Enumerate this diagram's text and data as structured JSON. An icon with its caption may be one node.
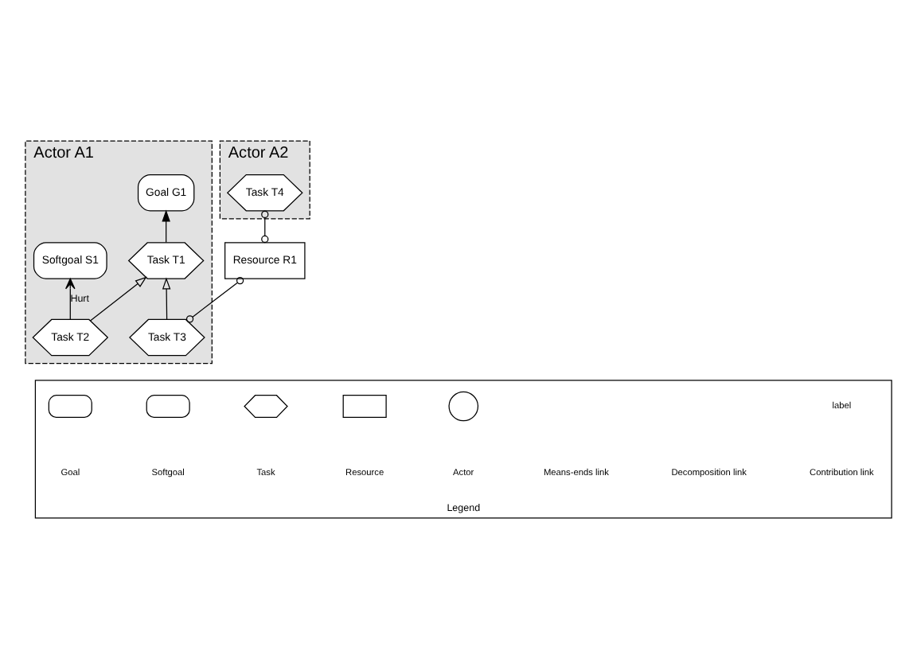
{
  "diagram": {
    "nodes": [
      {
        "text": [
          "Actor A1"
        ]
      },
      {
        "text": [
          "Goal G1"
        ],
        "in": 0
      },
      {
        "text": [
          "Softgoal S1"
        ],
        "in": 0
      },
      {
        "text": [
          "Task T1"
        ],
        "in": 0
      },
      {
        "text": [
          "Task T2"
        ],
        "in": 0
      },
      {
        "text": [
          "Task T3"
        ],
        "in": 0
      },
      {
        "text": [
          "Actor A2"
        ]
      },
      {
        "text": [
          "Task T4"
        ],
        "in": 6
      },
      {
        "text": [
          "Resource R1"
        ]
      },
      {
        "text": [
          "Legend"
        ]
      },
      {
        "text": [],
        "shape": "box",
        "in": 9
      },
      {
        "text": [],
        "shape": "cloud",
        "in": 9
      },
      {
        "text": [],
        "shape": "hexagon",
        "in": 9
      },
      {
        "text": [],
        "shape": "box",
        "in": 9
      },
      {
        "text": [],
        "shape": "circle",
        "in": 9
      }
    ],
    "edges": [
      {
        "from": 3,
        "to": 1,
        "arrow": "to"
      },
      {
        "from": 4,
        "to": 2,
        "arrow": "to",
        "label": "Hurt"
      },
      {
        "from": 4,
        "to": 3,
        "arrow": "to"
      },
      {
        "from": 5,
        "to": 3,
        "arrow": "to"
      },
      {
        "from": 5,
        "to": 8,
        "arrow": "other"
      },
      {
        "from": 8,
        "to": 7,
        "arrow": "other"
      }
    ],
    "labels": [
      "label"
    ],
    "legend": [
      {
        "text": "Goal"
      },
      {
        "text": "Softgoal"
      },
      {
        "text": "Task"
      },
      {
        "text": "Resource"
      },
      {
        "text": "Actor"
      },
      {
        "text": "Means-ends link"
      },
      {
        "text": "Decomposition link"
      },
      {
        "text": "Contribution link"
      }
    ]
  }
}
